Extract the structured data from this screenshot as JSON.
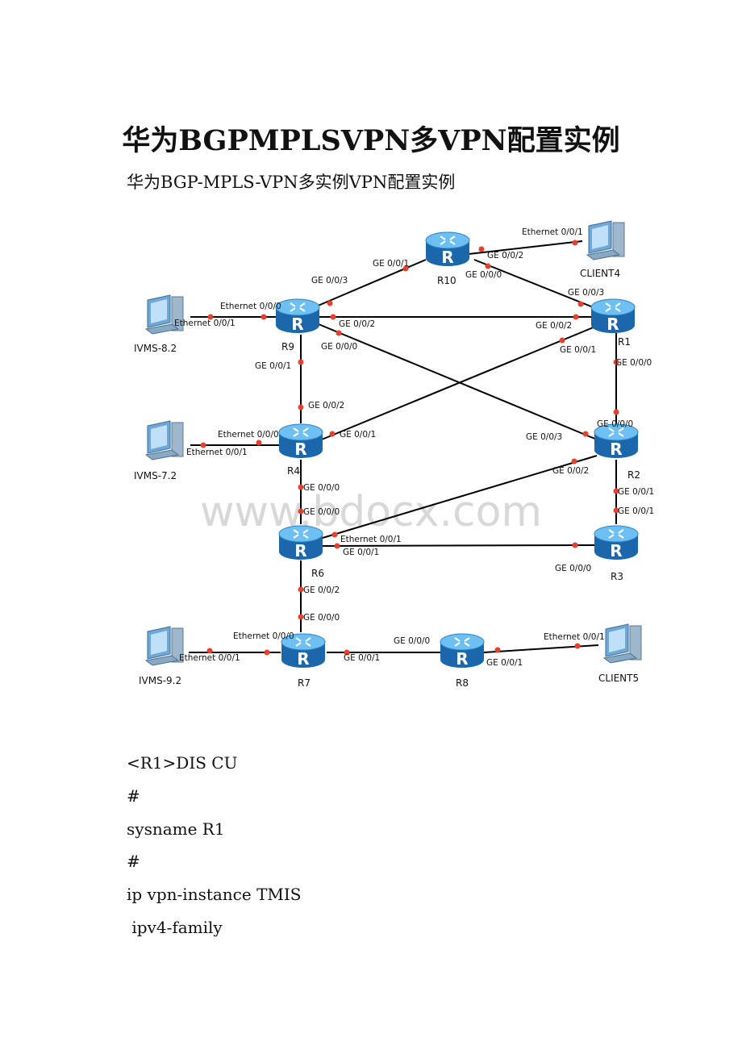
{
  "title": "华为BGPMPLSVPN多VPN配置实例",
  "subtitle": "华为BGP-MPLS-VPN多实例VPN配置实例",
  "watermark": "www.bdocx.com",
  "colors": {
    "router_fill": "#2f8fd6",
    "link": "#000000",
    "port_dot": "#e8402f"
  },
  "devices": [
    {
      "id": "R10",
      "label": "R10",
      "kind": "router"
    },
    {
      "id": "R9",
      "label": "R9",
      "kind": "router"
    },
    {
      "id": "R1",
      "label": "R1",
      "kind": "router"
    },
    {
      "id": "R4",
      "label": "R4",
      "kind": "router"
    },
    {
      "id": "R2",
      "label": "R2",
      "kind": "router"
    },
    {
      "id": "R6",
      "label": "R6",
      "kind": "router"
    },
    {
      "id": "R3",
      "label": "R3",
      "kind": "router"
    },
    {
      "id": "R7",
      "label": "R7",
      "kind": "router"
    },
    {
      "id": "R8",
      "label": "R8",
      "kind": "router"
    },
    {
      "id": "CLIENT4",
      "label": "CLIENT4",
      "kind": "pc"
    },
    {
      "id": "IVMS82",
      "label": "IVMS-8.2",
      "kind": "pc"
    },
    {
      "id": "IVMS72",
      "label": "IVMS-7.2",
      "kind": "pc"
    },
    {
      "id": "IVMS92",
      "label": "IVMS-9.2",
      "kind": "pc"
    },
    {
      "id": "CLIENT5",
      "label": "CLIENT5",
      "kind": "pc"
    }
  ],
  "interface_labels": [
    "Ethernet 0/0/1",
    "GE 0/0/2",
    "GE 0/0/1",
    "GE 0/0/0",
    "GE 0/0/3",
    "GE 0/0/3",
    "Ethernet 0/0/0",
    "Ethernet 0/0/1",
    "GE 0/0/2",
    "GE 0/0/2",
    "GE 0/0/0",
    "GE 0/0/1",
    "GE 0/0/1",
    "GE 0/0/0",
    "GE 0/0/2",
    "Ethernet 0/0/0",
    "Ethernet 0/0/1",
    "GE 0/0/1",
    "GE 0/0/0",
    "GE 0/0/3",
    "GE 0/0/2",
    "GE 0/0/0",
    "GE 0/0/0",
    "GE 0/0/1",
    "GE 0/0/1",
    "Ethernet 0/0/1",
    "GE 0/0/1",
    "GE 0/0/0",
    "GE 0/0/2",
    "GE 0/0/0",
    "Ethernet 0/0/0",
    "Ethernet 0/0/1",
    "GE 0/0/1",
    "GE 0/0/0",
    "Ethernet 0/0/1",
    "GE 0/0/1"
  ],
  "config_lines": [
    "<R1>DIS CU",
    "#",
    "sysname R1",
    "#",
    "ip vpn-instance TMIS",
    " ipv4-family"
  ]
}
